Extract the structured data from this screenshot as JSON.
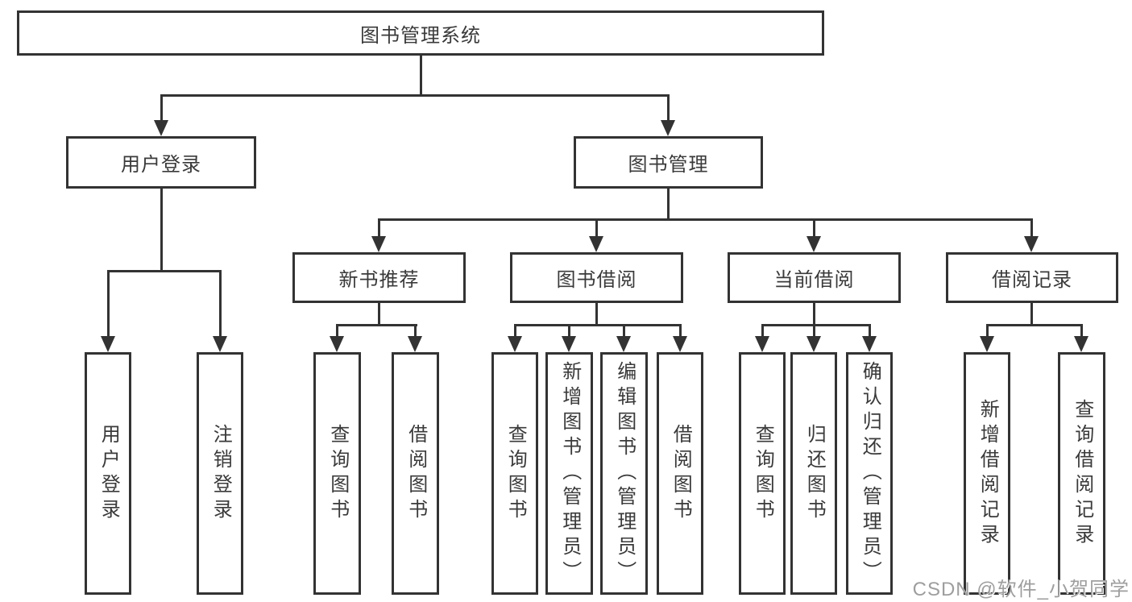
{
  "colors": {
    "line": "#333333",
    "box_border": "#333333",
    "text": "#3a3a3a",
    "watermark": "#9e9e9e",
    "background": "#ffffff"
  },
  "tree": {
    "label": "图书管理系统",
    "children": [
      {
        "label": "用户登录",
        "children": [
          {
            "label": "用户登录"
          },
          {
            "label": "注销登录"
          }
        ]
      },
      {
        "label": "图书管理",
        "children": [
          {
            "label": "新书推荐",
            "children": [
              {
                "label": "查询图书"
              },
              {
                "label": "借阅图书"
              }
            ]
          },
          {
            "label": "图书借阅",
            "children": [
              {
                "label": "查询图书"
              },
              {
                "label": "新增图书（管理员）"
              },
              {
                "label": "编辑图书（管理员）"
              },
              {
                "label": "借阅图书"
              }
            ]
          },
          {
            "label": "当前借阅",
            "children": [
              {
                "label": "查询图书"
              },
              {
                "label": "归还图书"
              },
              {
                "label": "确认归还（管理员）"
              }
            ]
          },
          {
            "label": "借阅记录",
            "children": [
              {
                "label": "新增借阅记录"
              },
              {
                "label": "查询借阅记录"
              }
            ]
          }
        ]
      }
    ]
  },
  "watermark": {
    "text": "CSDN @软件_小贺同学"
  }
}
